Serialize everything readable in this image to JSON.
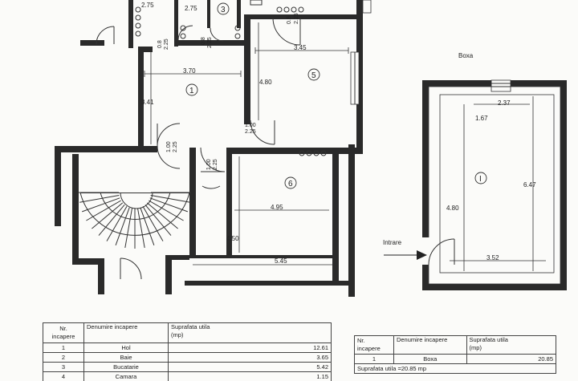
{
  "plan": {
    "rooms": [
      {
        "id": "1",
        "label": "1"
      },
      {
        "id": "3",
        "label": "3"
      },
      {
        "id": "5",
        "label": "5"
      },
      {
        "id": "6",
        "label": "6"
      },
      {
        "id": "boxa-1",
        "label": "I"
      }
    ],
    "dimensions": {
      "top_left_275": "2.75",
      "top_mid_275": "2.75",
      "hall_width": "3.70",
      "hall_height": "3.41",
      "room5_width": "3.45",
      "room5_height": "4.80",
      "room6_inner_width": "4.95",
      "room6_outer_width": "5.45",
      "room6_height": "4.50",
      "door_a": "0.8",
      "door_a2": "2.25",
      "door_b": "0.8",
      "door_b2": "2.25",
      "door_c": "0.8",
      "door_c2": "2.25",
      "door_d": "1.00",
      "door_d2": "2.25",
      "door_e": "1.00",
      "door_e2": "2.25",
      "door_f": "1.00",
      "door_f2": "2.25",
      "boxa_top": "2.37",
      "boxa_left_top": "1.67",
      "boxa_right": "6.47",
      "boxa_left": "4.80",
      "boxa_bottom": "3.52"
    },
    "boxa_title": "Boxa",
    "entrance_label": "Intrare"
  },
  "legend_main": {
    "headers": [
      "Nr.\nincapere",
      "Denumire incapere",
      "Suprafata utila\n(mp)"
    ],
    "rows": [
      {
        "nr": "1",
        "name": "Hol",
        "area": "12.61"
      },
      {
        "nr": "2",
        "name": "Baie",
        "area": "3.65"
      },
      {
        "nr": "3",
        "name": "Bucatarie",
        "area": "5.42"
      },
      {
        "nr": "4",
        "name": "Camara",
        "area": "1.15"
      }
    ]
  },
  "legend_boxa": {
    "headers": [
      "Nr.\nincapere",
      "Denumire incapere",
      "Suprafata utila\n(mp)"
    ],
    "rows": [
      {
        "nr": "1",
        "name": "Boxa",
        "area": "20.85"
      }
    ],
    "total": "Suprafata utila =20.85 mp"
  }
}
